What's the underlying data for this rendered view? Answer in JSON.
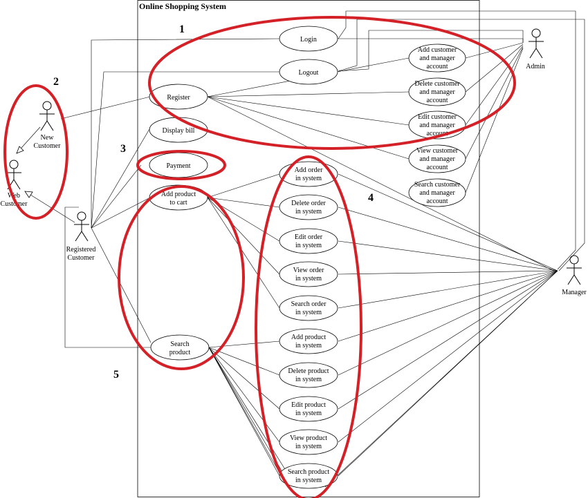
{
  "system": {
    "title": "Online Shopping System"
  },
  "actors": {
    "admin": "Admin",
    "manager": "Manager",
    "new_customer": [
      "New",
      "Customer"
    ],
    "web_customer": [
      "Web",
      "Customer"
    ],
    "registered_customer": [
      "Registered",
      "Customer"
    ]
  },
  "use_cases": {
    "login": [
      "Login"
    ],
    "logout": [
      "Logout"
    ],
    "register": [
      "Register"
    ],
    "display_bill": [
      "Display bill"
    ],
    "payment": [
      "Payment"
    ],
    "add_to_cart": [
      "Add product",
      "to cart"
    ],
    "search_product": [
      "Search",
      "product"
    ],
    "add_customer": [
      "Add customer",
      "and manager",
      "account"
    ],
    "delete_customer": [
      "Delete customer",
      "and manager",
      "account"
    ],
    "edit_customer": [
      "Edit customer",
      "and manager",
      "account"
    ],
    "view_customer": [
      "View customer",
      "and manager",
      "account"
    ],
    "search_customer": [
      "Search customer",
      "and manager",
      "account"
    ],
    "add_order": [
      "Add order",
      "in system"
    ],
    "delete_order": [
      "Delete order",
      "in system"
    ],
    "edit_order": [
      "Edit order",
      "in system"
    ],
    "view_order": [
      "View order",
      "in system"
    ],
    "search_order": [
      "Search order",
      "in system"
    ],
    "add_product": [
      "Add product",
      "in system"
    ],
    "delete_product": [
      "Delete product",
      "in system"
    ],
    "edit_product": [
      "Edit product",
      "in system"
    ],
    "view_product": [
      "View product",
      "in system"
    ],
    "search_product_sys": [
      "Search product",
      "in system"
    ]
  },
  "annotations": {
    "n1": "1",
    "n2": "2",
    "n3": "3",
    "n4": "4",
    "n5": "5",
    "color": "#d42027"
  }
}
